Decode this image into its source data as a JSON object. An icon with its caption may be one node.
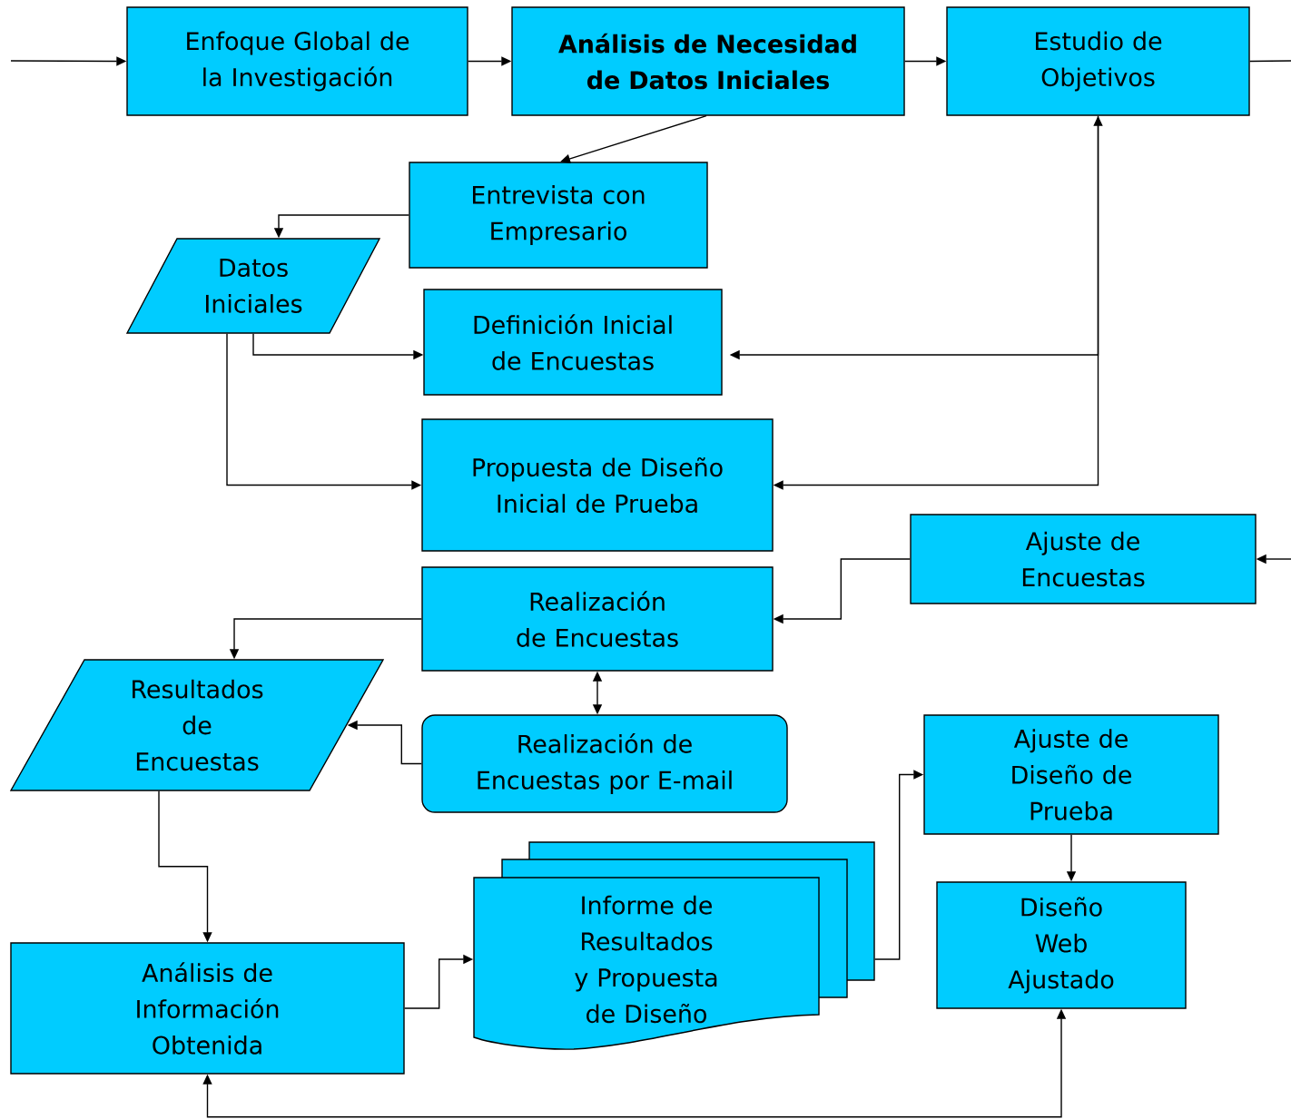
{
  "diagram": {
    "nodes": [
      {
        "text": [
          "Enfoque Global de la Investigación"
        ]
      },
      {
        "text": [
          "Análisis de Necesidad de Datos Iniciales"
        ]
      },
      {
        "text": [
          "Estudio de Objetivos"
        ]
      },
      {
        "text": [
          "Entrevista con Empresario"
        ]
      },
      {
        "text": [
          "Datos Iniciales"
        ]
      },
      {
        "text": [
          "Definición Inicial de Encuestas"
        ]
      },
      {
        "text": [
          "Propuesta de Diseño Inicial de Prueba"
        ]
      },
      {
        "text": [
          "Ajuste de Encuestas"
        ]
      },
      {
        "text": [
          "Realización de Encuestas"
        ]
      },
      {
        "text": [
          "Resultados de Encuestas"
        ]
      },
      {
        "text": [
          "Realización de Encuestas por E-mail"
        ]
      },
      {
        "text": [
          "Ajuste de Diseño de Prueba"
        ]
      },
      {
        "text": [
          "Informe de Resultados y Propuesta de Diseño"
        ]
      },
      {
        "text": [
          "Diseño Web Ajustado"
        ]
      },
      {
        "text": [
          "Análisis de Información Obtenida"
        ]
      }
    ],
    "edges": [
      {
        "from": null,
        "to": 0,
        "arrow": "to"
      },
      {
        "from": 0,
        "to": 1,
        "arrow": "to"
      },
      {
        "from": 1,
        "to": 2,
        "arrow": "to"
      },
      {
        "from": 2,
        "to": null,
        "arrow": "none"
      },
      {
        "from": 1,
        "to": 3,
        "arrow": "to"
      },
      {
        "from": 3,
        "to": 4,
        "arrow": "to"
      },
      {
        "from": 4,
        "to": 5,
        "arrow": "to"
      },
      {
        "from": 4,
        "to": 6,
        "arrow": "to"
      },
      {
        "from": 2,
        "to": 5,
        "arrow": "to"
      },
      {
        "from": 2,
        "to": 6,
        "arrow": "both"
      },
      {
        "from": null,
        "to": 7,
        "arrow": "to"
      },
      {
        "from": 7,
        "to": 8,
        "arrow": "to"
      },
      {
        "from": 8,
        "to": 9,
        "arrow": "to"
      },
      {
        "from": 8,
        "to": 10,
        "arrow": "both"
      },
      {
        "from": 10,
        "to": 9,
        "arrow": "to"
      },
      {
        "from": 9,
        "to": 14,
        "arrow": "to"
      },
      {
        "from": 14,
        "to": 12,
        "arrow": "to"
      },
      {
        "from": 12,
        "to": 11,
        "arrow": "to"
      },
      {
        "from": 11,
        "to": 13,
        "arrow": "to"
      },
      {
        "from": 14,
        "to": 13,
        "arrow": "both"
      }
    ]
  }
}
